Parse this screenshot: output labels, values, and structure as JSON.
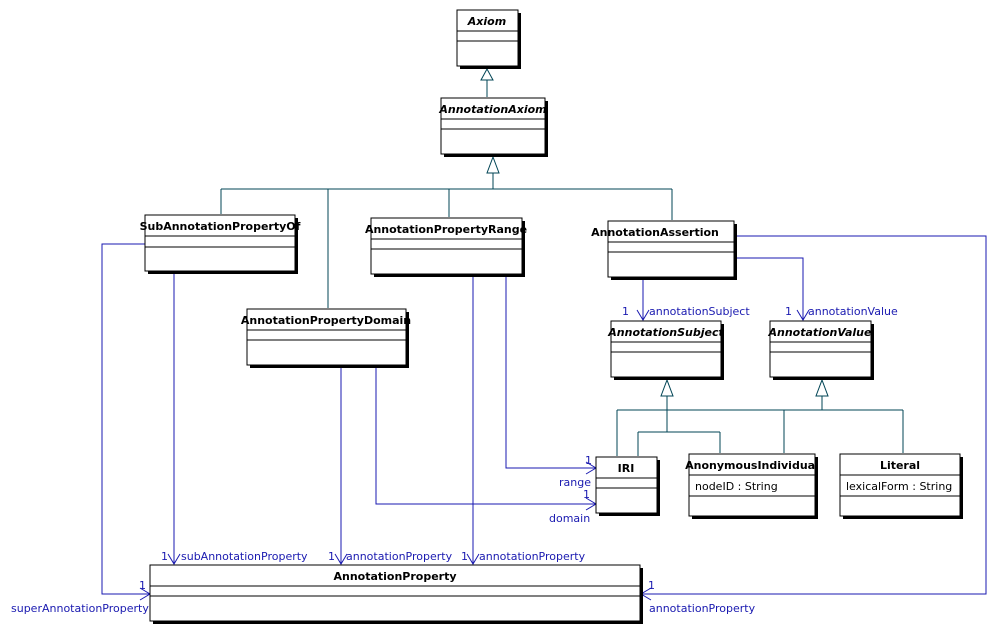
{
  "classes": {
    "axiom": {
      "name": "Axiom",
      "abstract": true
    },
    "annotation_axiom": {
      "name": "AnnotationAxiom",
      "abstract": true
    },
    "sub_annotation_property_of": {
      "name": "SubAnnotationPropertyOf",
      "abstract": false
    },
    "annotation_property_range": {
      "name": "AnnotationPropertyRange",
      "abstract": false
    },
    "annotation_assertion": {
      "name": "AnnotationAssertion",
      "abstract": false
    },
    "annotation_property_domain": {
      "name": "AnnotationPropertyDomain",
      "abstract": false
    },
    "annotation_subject": {
      "name": "AnnotationSubject",
      "abstract": true
    },
    "annotation_value": {
      "name": "AnnotationValue",
      "abstract": true
    },
    "iri": {
      "name": "IRI",
      "abstract": false
    },
    "anonymous_individual": {
      "name": "AnonymousIndividual",
      "abstract": false,
      "attribute": "nodeID : String"
    },
    "literal": {
      "name": "Literal",
      "abstract": false,
      "attribute": "lexicalForm : String"
    },
    "annotation_property": {
      "name": "AnnotationProperty",
      "abstract": false
    }
  },
  "associations": {
    "annotation_subject": {
      "multiplicity": "1",
      "role": "annotationSubject"
    },
    "annotation_value": {
      "multiplicity": "1",
      "role": "annotationValue"
    },
    "range": {
      "multiplicity": "1",
      "role": "range"
    },
    "domain": {
      "multiplicity": "1",
      "role": "domain"
    },
    "sub_annotation_property": {
      "multiplicity": "1",
      "role": "subAnnotationProperty"
    },
    "domain_annotation_property": {
      "multiplicity": "1",
      "role": "annotationProperty"
    },
    "range_annotation_property": {
      "multiplicity": "1",
      "role": "annotationProperty"
    },
    "super_annotation_property": {
      "multiplicity": "1",
      "role": "superAnnotationProperty"
    },
    "assertion_annotation_property": {
      "multiplicity": "1",
      "role": "annotationProperty"
    }
  },
  "colors": {
    "association": "#1a1ab0",
    "generalization": "#004455",
    "box_border": "#000000"
  }
}
